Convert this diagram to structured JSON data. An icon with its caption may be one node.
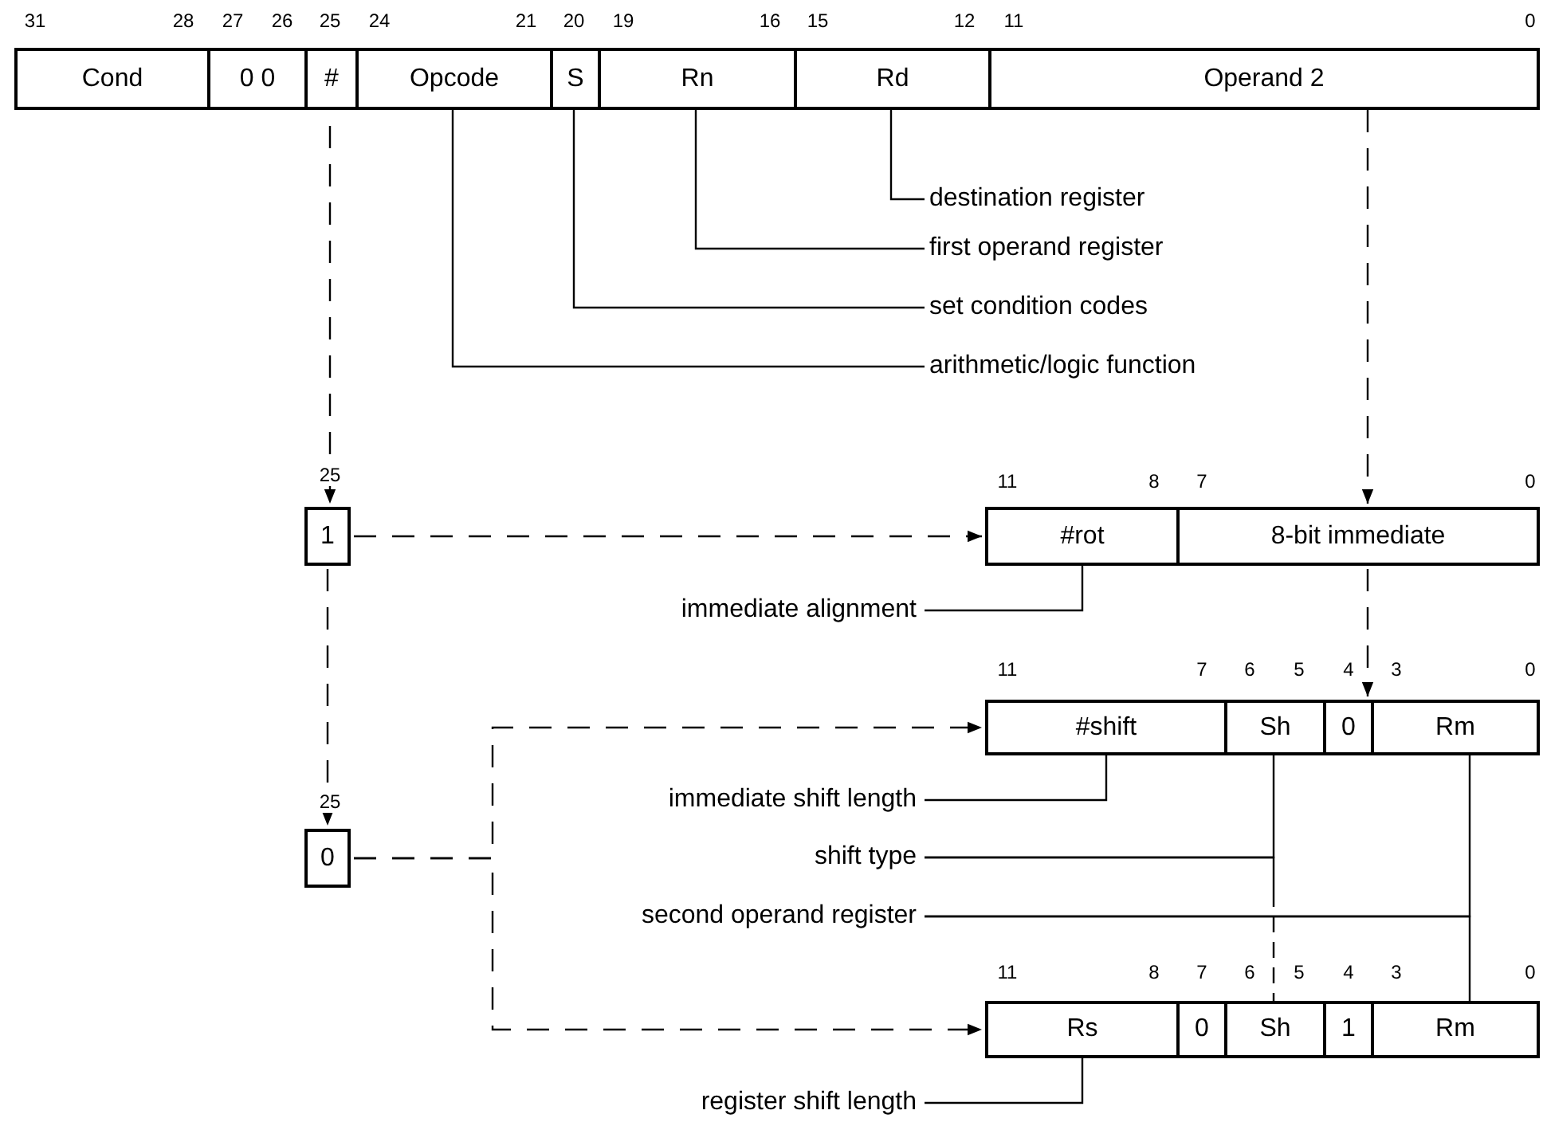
{
  "diagram": {
    "nodes": [
      {
        "text": [],
        "shape": "box"
      },
      {
        "text": [
          "Cond"
        ],
        "in": 0
      },
      {
        "text": [
          "0 0"
        ],
        "in": 0
      },
      {
        "text": [
          "#"
        ],
        "in": 0
      },
      {
        "text": [
          "Opcode"
        ],
        "in": 0
      },
      {
        "text": [
          "S"
        ],
        "in": 0
      },
      {
        "text": [
          "Rn"
        ],
        "in": 0
      },
      {
        "text": [
          "Rd"
        ],
        "in": 0
      },
      {
        "text": [
          "Operand 2"
        ],
        "in": 0
      },
      {
        "text": [
          "destination register"
        ]
      },
      {
        "text": [
          "first operand register"
        ]
      },
      {
        "text": [
          "set condition codes"
        ]
      },
      {
        "text": [
          "arithmetic/logic function"
        ]
      },
      {
        "text": [
          "1"
        ]
      },
      {
        "text": [],
        "shape": "box"
      },
      {
        "text": [
          "#rot"
        ],
        "in": 14
      },
      {
        "text": [
          "8-bit immediate"
        ],
        "in": 14
      },
      {
        "text": [
          "immediate alignment"
        ]
      },
      {
        "text": [],
        "shape": "box"
      },
      {
        "text": [
          "#shift"
        ],
        "in": 18
      },
      {
        "text": [
          "Sh"
        ],
        "in": 18
      },
      {
        "text": [
          "0"
        ],
        "in": 18
      },
      {
        "text": [
          "Rm"
        ],
        "in": 18
      },
      {
        "text": [
          "immediate shift length"
        ]
      },
      {
        "text": [
          "0"
        ]
      },
      {
        "text": [
          "shift type"
        ]
      },
      {
        "text": [
          "second operand register"
        ]
      },
      {
        "text": [],
        "shape": "box"
      },
      {
        "text": [
          "Rs"
        ],
        "in": 27
      },
      {
        "text": [
          "0"
        ],
        "in": 27
      },
      {
        "text": [
          "Sh"
        ],
        "in": 27
      },
      {
        "text": [
          "1"
        ],
        "in": 27
      },
      {
        "text": [
          "Rm"
        ],
        "in": 27
      },
      {
        "text": [
          "register shift length"
        ]
      }
    ],
    "edges": [
      {
        "from": 9,
        "to": 7,
        "arrow": "none"
      },
      {
        "from": 10,
        "to": 6,
        "arrow": "none"
      },
      {
        "from": 11,
        "to": 5,
        "arrow": "none"
      },
      {
        "from": 12,
        "to": 4,
        "arrow": "none"
      },
      {
        "from": 3,
        "to": 13,
        "arrow": "to",
        "style": "dashed"
      },
      {
        "from": 8,
        "to": 14,
        "arrow": "to",
        "style": "dashed"
      },
      {
        "from": 13,
        "to": 14,
        "arrow": "to",
        "style": "dashed"
      },
      {
        "from": 13,
        "to": 24,
        "arrow": "to",
        "style": "dashed"
      },
      {
        "from": 17,
        "to": 15,
        "arrow": "none"
      },
      {
        "from": 14,
        "to": 18,
        "arrow": "to",
        "style": "dashed"
      },
      {
        "from": 24,
        "to": 18,
        "arrow": "to",
        "style": "dashed"
      },
      {
        "from": 24,
        "to": 27,
        "arrow": "to",
        "style": "dashed"
      },
      {
        "from": 23,
        "to": 19,
        "arrow": "none"
      },
      {
        "from": 25,
        "to": 20,
        "arrow": "none"
      },
      {
        "from": 25,
        "to": 30,
        "arrow": "none",
        "style": "dashed"
      },
      {
        "from": 26,
        "to": 22,
        "arrow": "none"
      },
      {
        "from": 26,
        "to": 32,
        "arrow": "none"
      },
      {
        "from": 33,
        "to": 28,
        "arrow": "none"
      }
    ],
    "labels": [
      "31",
      "28",
      "27",
      "26",
      "25",
      "24",
      "21",
      "20",
      "19",
      "16",
      "15",
      "12",
      "11",
      "0",
      "25",
      "11",
      "8",
      "7",
      "0",
      "11",
      "7",
      "6",
      "5",
      "4",
      "3",
      "0",
      "25",
      "11",
      "8",
      "7",
      "6",
      "5",
      "4",
      "3",
      "0"
    ]
  }
}
